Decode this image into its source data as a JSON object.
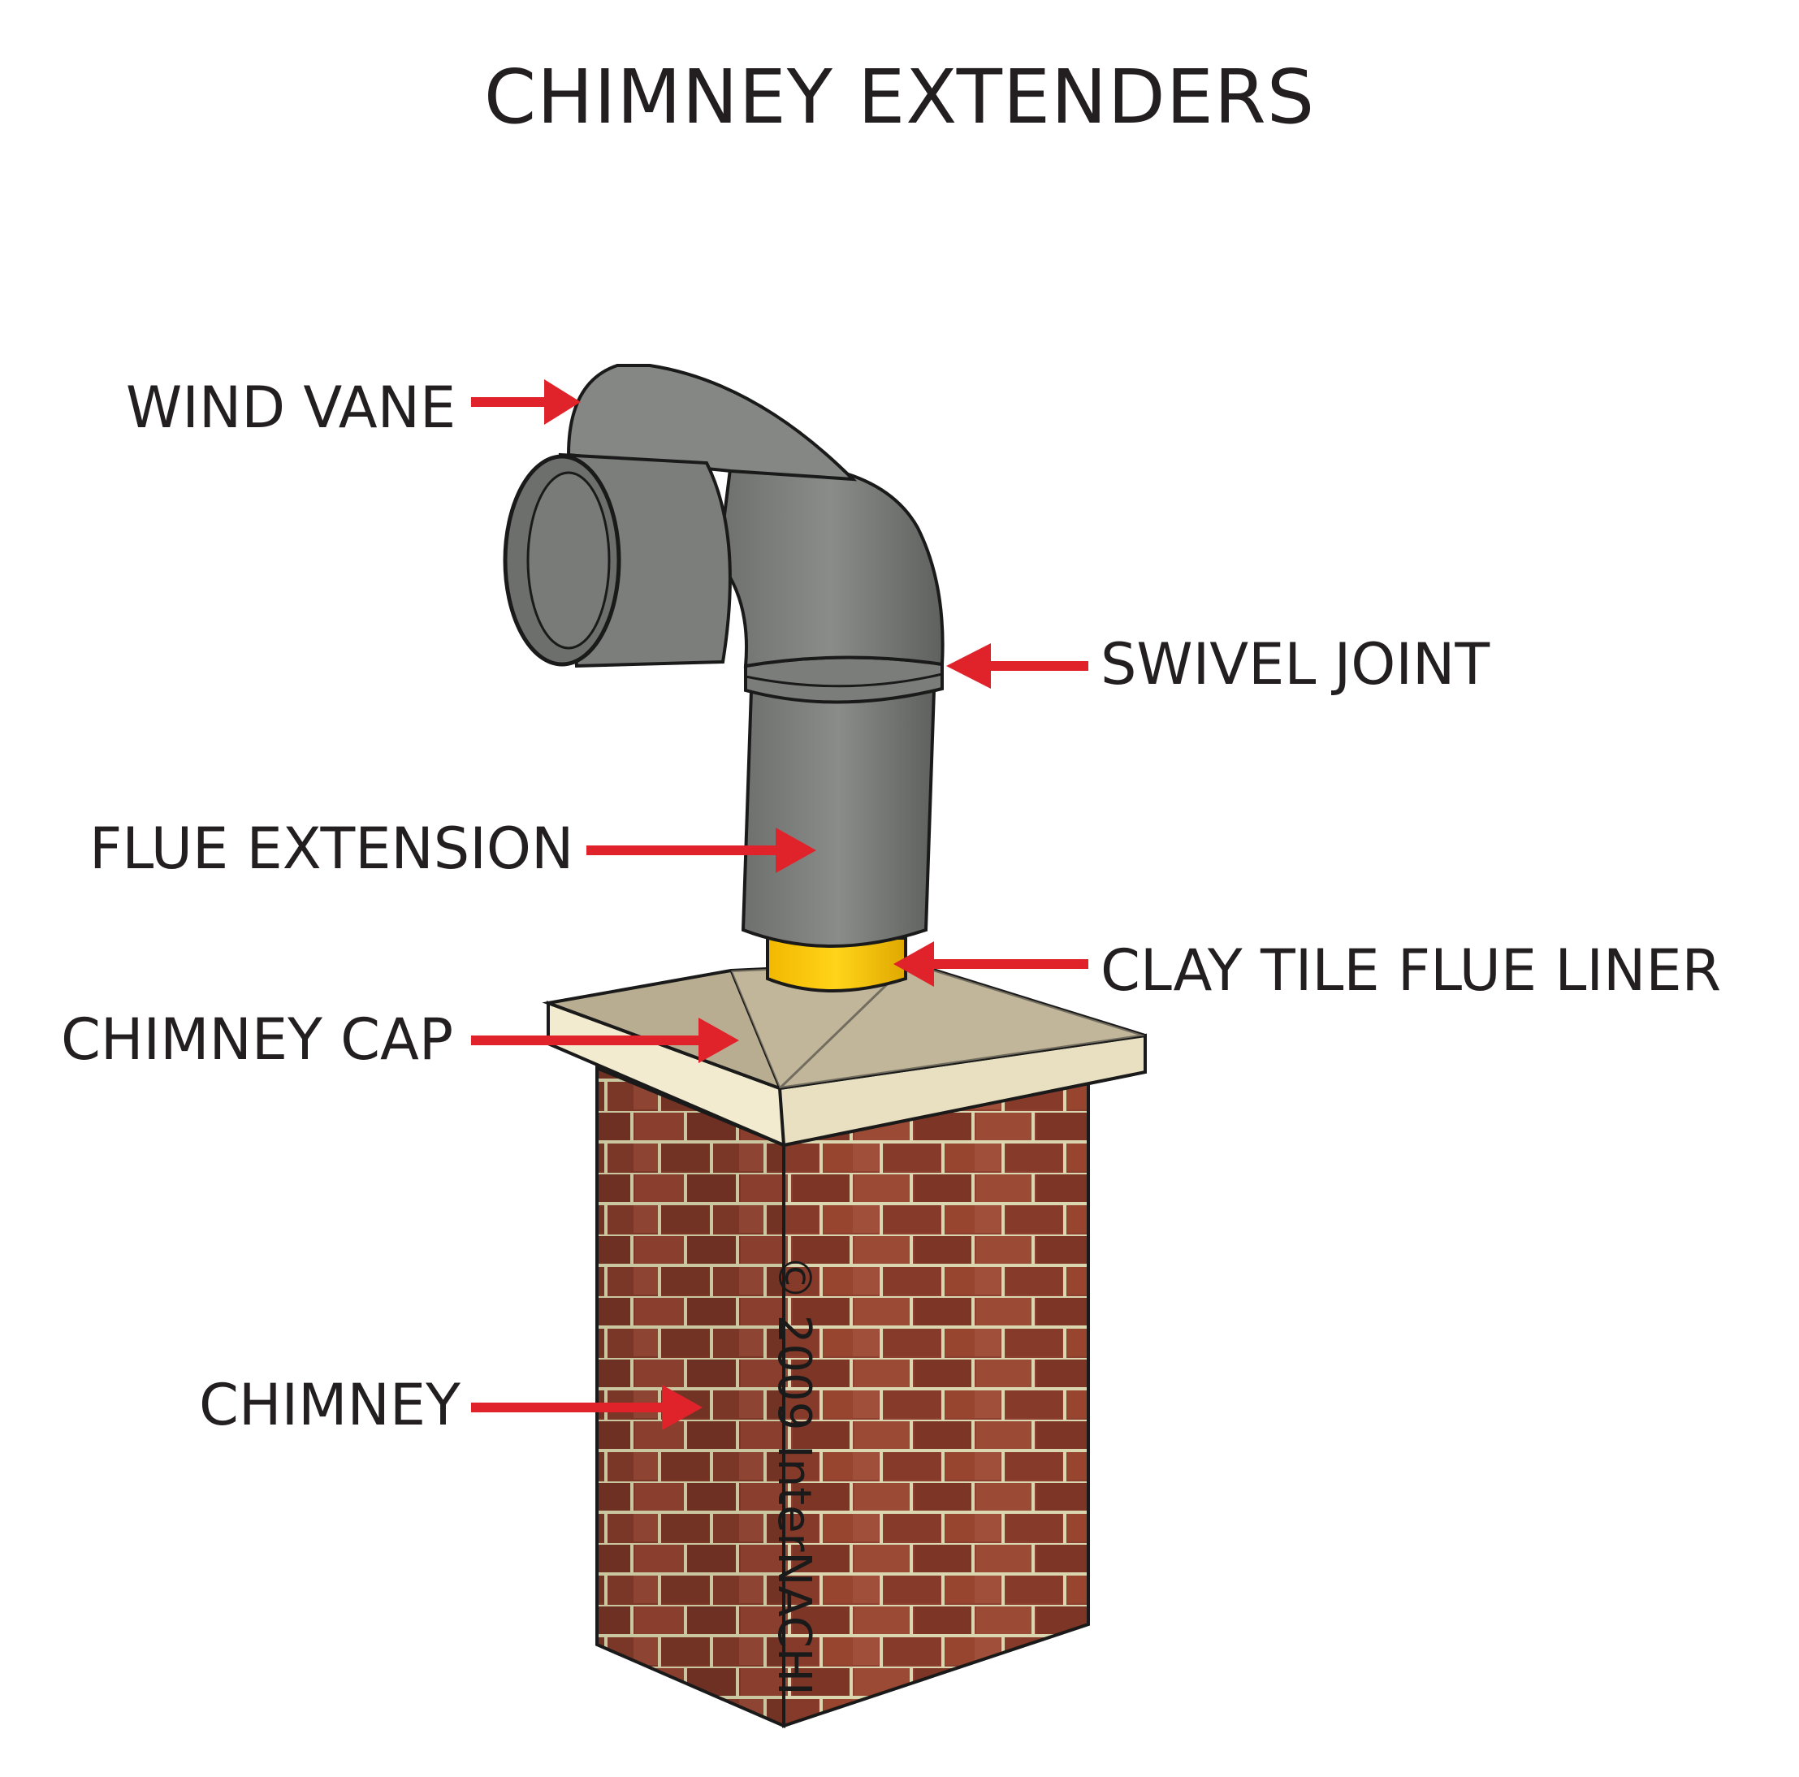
{
  "title": "CHIMNEY EXTENDERS",
  "labels": {
    "wind_vane": "WIND VANE",
    "swivel_joint": "SWIVEL JOINT",
    "flue_extension": "FLUE EXTENSION",
    "clay_tile_flue_liner": "CLAY TILE FLUE LINER",
    "chimney_cap": "CHIMNEY CAP",
    "chimney": "CHIMNEY"
  },
  "copyright": "© 2009 InterNACHI",
  "colors": {
    "arrow": "#e0232b",
    "text": "#231f20",
    "pipe": "#7d7f7c",
    "pipe_dark": "#5a5c5a",
    "liner": "#f5c400",
    "cap_top": "#b9ad91",
    "cap_edge": "#f2ebcf",
    "brick": "#8e4030",
    "mortar": "#d9d6b0"
  }
}
